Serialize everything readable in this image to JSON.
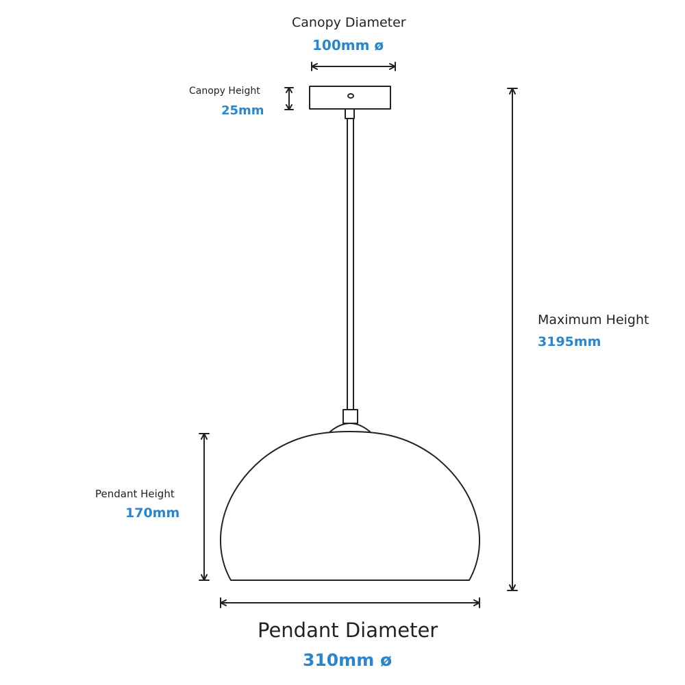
{
  "canopy_diameter": {
    "label": "Canopy Diameter",
    "value": "100mm ø"
  },
  "canopy_height": {
    "label": "Canopy Height",
    "value": "25mm"
  },
  "maximum_height": {
    "label": "Maximum Height",
    "value": "3195mm"
  },
  "pendant_height": {
    "label": "Pendant Height",
    "value": "170mm"
  },
  "pendant_diameter": {
    "label": "Pendant Diameter",
    "value": "310mm ø"
  },
  "colors": {
    "line": "#222222",
    "label_text": "#222222",
    "value_text": "#2a86cc"
  }
}
